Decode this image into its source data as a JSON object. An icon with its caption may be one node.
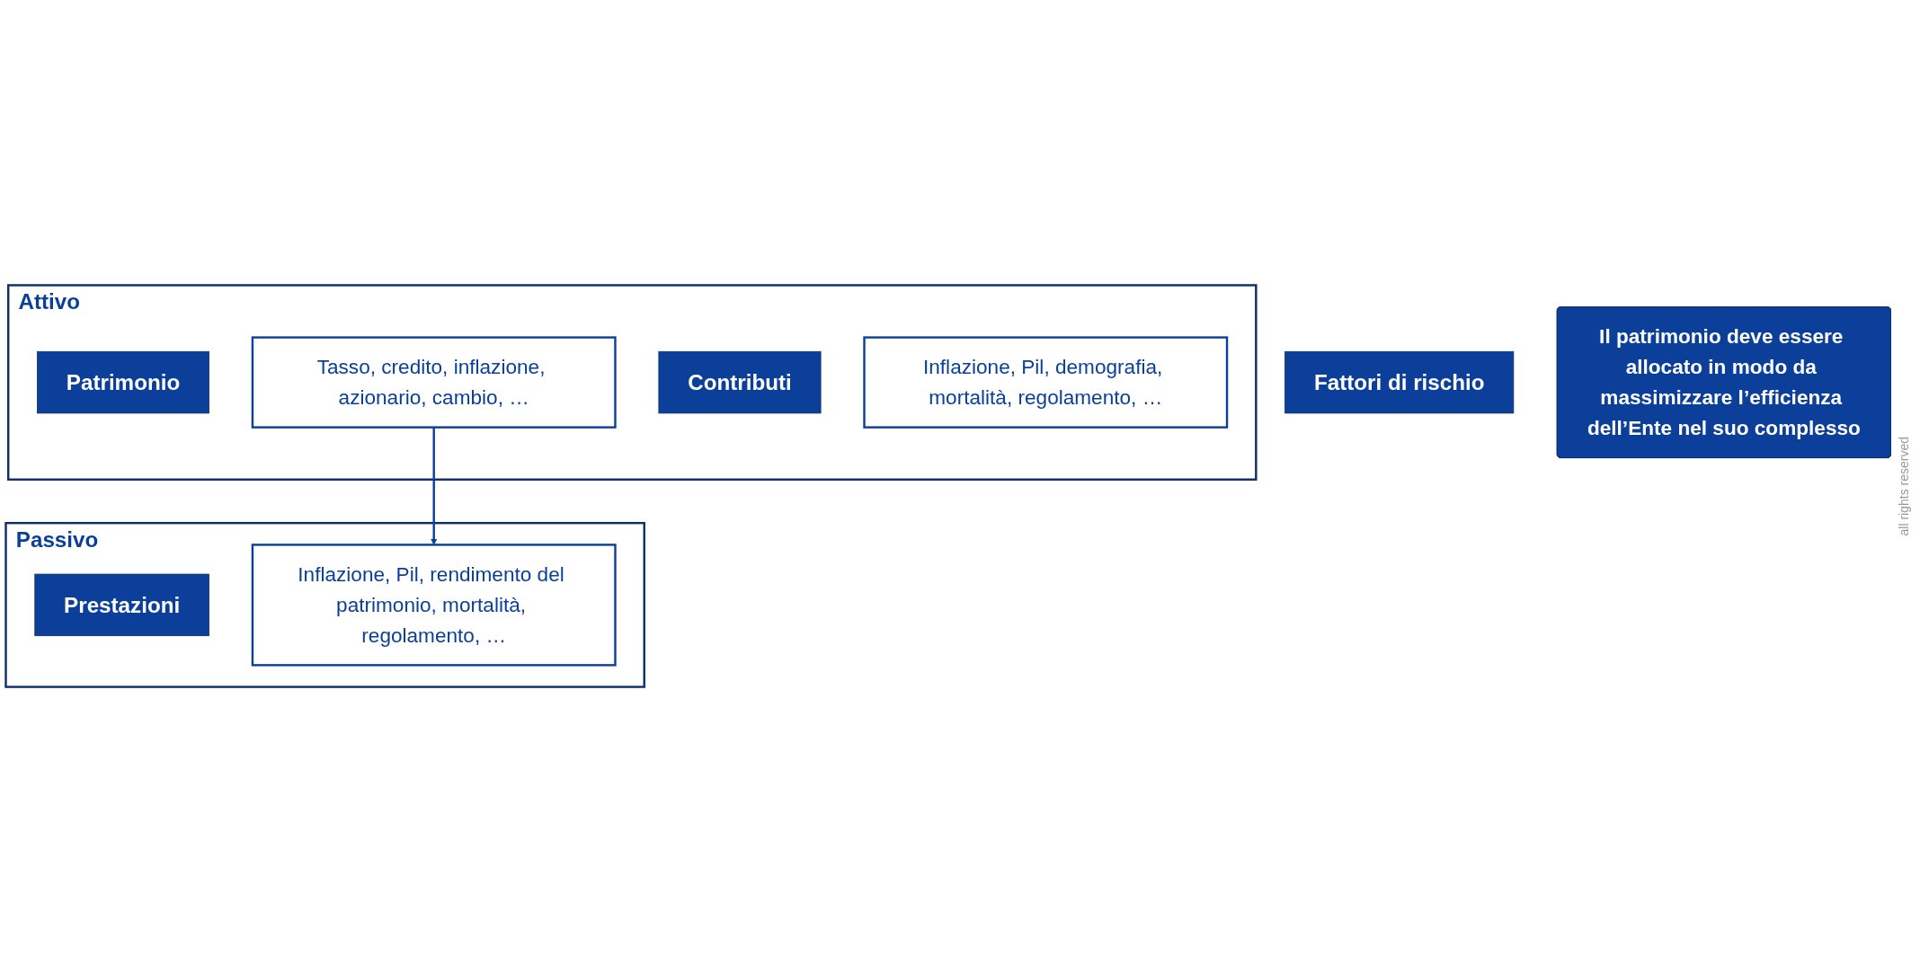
{
  "diagram": {
    "nodes": [
      {
        "text": [
          "Fattori di rischio"
        ]
      },
      {
        "text": [
          "Attivo"
        ]
      },
      {
        "text": [
          "Patrimonio"
        ],
        "in": 1
      },
      {
        "text": [
          "Tasso, credito, inflazione, azionario, cambio, …"
        ],
        "in": 1
      },
      {
        "text": [
          "Contributi"
        ],
        "in": 1
      },
      {
        "text": [
          "Inflazione, Pil, demografia, mortalità, regolamento, …"
        ],
        "in": 1
      },
      {
        "text": [
          "Passivo"
        ]
      },
      {
        "text": [
          "Prestazioni"
        ],
        "in": 6
      },
      {
        "text": [
          "Inflazione, Pil, rendimento del patrimonio, mortalità, regolamento, …"
        ],
        "in": 6
      },
      {
        "text": [
          "Il patrimonio deve essere allocato in modo da massimizzare l’efficienza dell’Ente nel suo complesso"
        ]
      }
    ],
    "edges": [
      {
        "from": 3,
        "to": 8,
        "arrow": "to"
      }
    ],
    "labels": [
      "all rights reserved"
    ]
  }
}
